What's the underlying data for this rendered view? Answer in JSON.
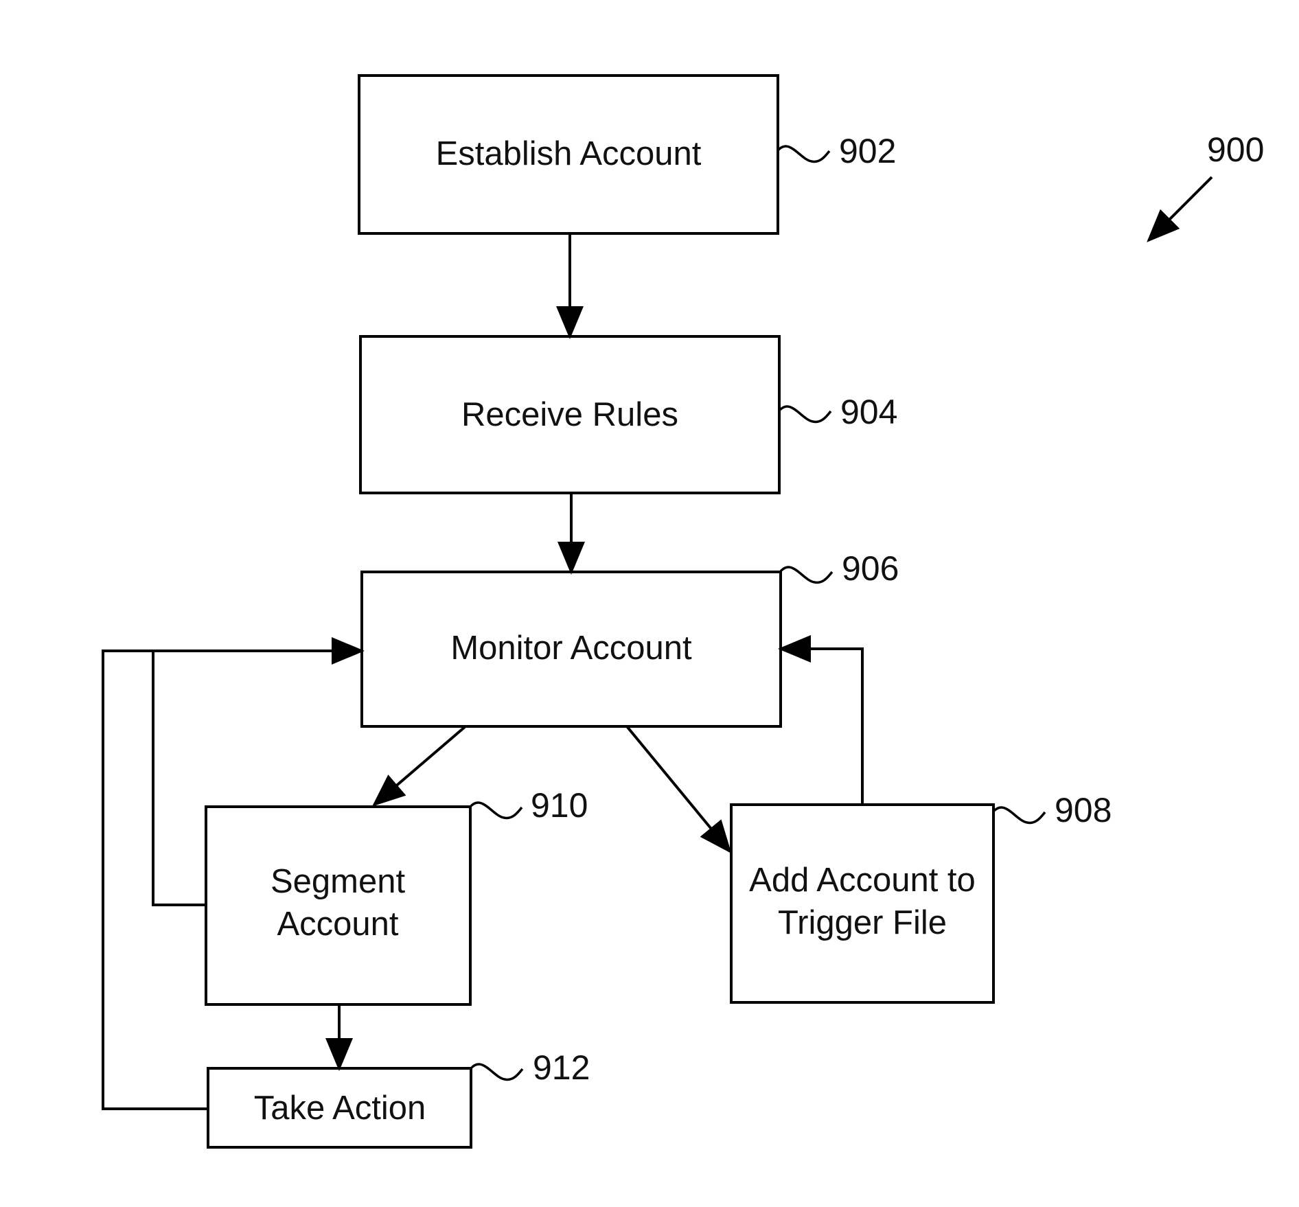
{
  "figure": {
    "reference": "900"
  },
  "steps": [
    {
      "id": "902",
      "label": "Establish Account"
    },
    {
      "id": "904",
      "label": "Receive Rules"
    },
    {
      "id": "906",
      "label": "Monitor Account"
    },
    {
      "id": "910",
      "label_line1": "Segment",
      "label_line2": "Account"
    },
    {
      "id": "908",
      "label_line1": "Add Account to",
      "label_line2": "Trigger File"
    },
    {
      "id": "912",
      "label": "Take Action"
    }
  ],
  "connections": [
    {
      "from": "902",
      "to": "904"
    },
    {
      "from": "904",
      "to": "906"
    },
    {
      "from": "906",
      "to": "910"
    },
    {
      "from": "906",
      "to": "908"
    },
    {
      "from": "908",
      "to": "906"
    },
    {
      "from": "910",
      "to": "906"
    },
    {
      "from": "910",
      "to": "912"
    },
    {
      "from": "912",
      "to": "906"
    }
  ]
}
